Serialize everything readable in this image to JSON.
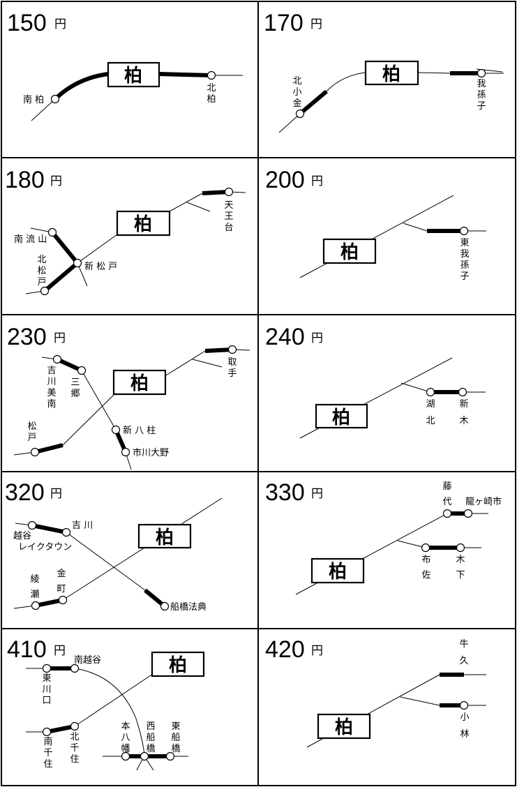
{
  "hub_station": "柏",
  "currency_unit": "円",
  "panels": [
    {
      "price": "150",
      "stations": {
        "minamikashiwa": "南 柏",
        "kitakashiwa": "北 柏"
      }
    },
    {
      "price": "170",
      "stations": {
        "kitakogane": "北 小 金",
        "abiko": "我 孫 子"
      }
    },
    {
      "price": "180",
      "stations": {
        "minaminagareyama": "南 流 山",
        "kitamatsudo": "北 松 戸",
        "shinmatsudo": "新 松 戸",
        "tennodai": "天 王 台"
      }
    },
    {
      "price": "200",
      "stations": {
        "higashiabiko": "東 我 孫 子"
      }
    },
    {
      "price": "230",
      "stations": {
        "yoshikawaminami": "吉 川 美 南",
        "misato": "三 郷",
        "matsudo": "松 戸",
        "shinyahashira": "新 八 柱",
        "ichikawaono": "市川大野",
        "toride": "取 手"
      }
    },
    {
      "price": "240",
      "stations": {
        "kohoku": "湖 北",
        "shinkiba": "新 木"
      }
    },
    {
      "price": "320",
      "stations": {
        "koshigaya_laketown": "越谷 レイクタウン",
        "yoshikawa": "吉 川",
        "ayase": "綾 瀬",
        "kanamachi": "金 町",
        "funabashihoten": "船橋法典"
      }
    },
    {
      "price": "330",
      "stations": {
        "fujishiro": "藤 代",
        "ryugasakishi": "龍ヶ崎市",
        "fusa": "布 佐",
        "kioroshi": "木 下"
      }
    },
    {
      "price": "410",
      "stations": {
        "minamikoshigaya": "南越谷",
        "higashikawaguchi": "東 川 口",
        "minamisenju": "南 千 住",
        "kitasenju": "北 千 住",
        "motoyawata": "本 八 幡",
        "nishifunabashi": "西 船 橋",
        "higashifunabashi": "東 船 橋"
      }
    },
    {
      "price": "420",
      "stations": {
        "ushiku": "牛 久",
        "kobayashi": "小 林"
      }
    }
  ]
}
